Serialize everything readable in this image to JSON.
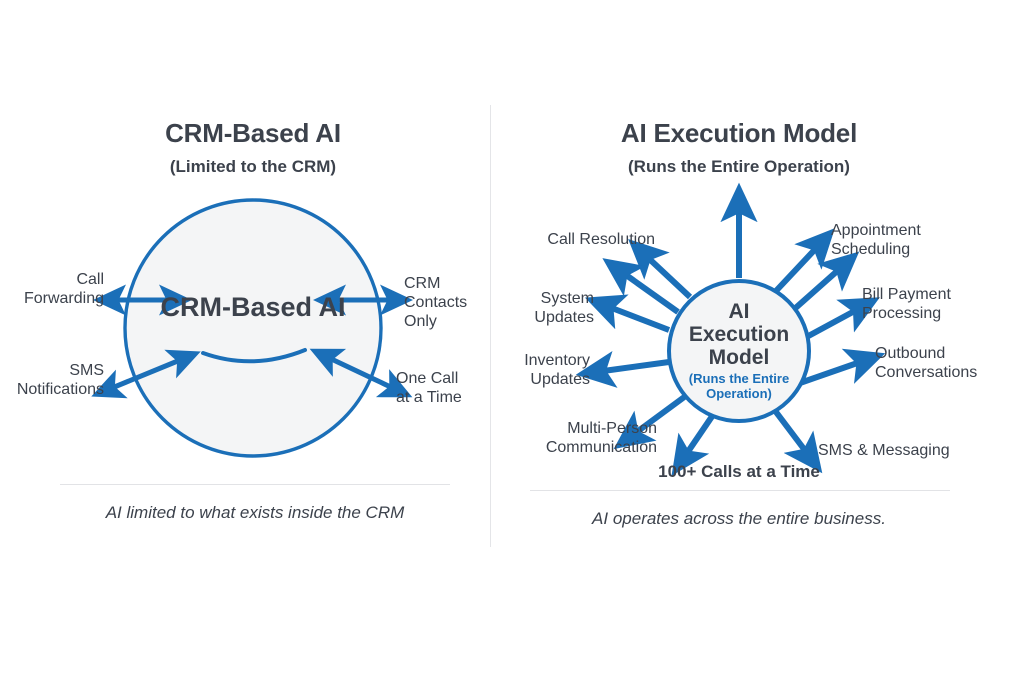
{
  "theme": {
    "accent_blue": "#1b6fb8",
    "text_dark": "#3c424c",
    "bubble_fill": "#f4f5f6",
    "rule_gray": "#e2e3e6",
    "background": "#ffffff"
  },
  "left_panel": {
    "title": "CRM-Based AI",
    "subtitle": "(Limited to the CRM)",
    "core_label": "CRM-Based AI",
    "caption": "AI limited to what exists inside the CRM",
    "nodes": [
      {
        "id": "call-forwarding",
        "label": "Call\nForwarding",
        "align": "right",
        "arrow": "bidirectional"
      },
      {
        "id": "sms-notifications",
        "label": "SMS\nNotifications",
        "align": "right",
        "arrow": "bidirectional"
      },
      {
        "id": "crm-contacts-only",
        "label": "CRM\nContacts\nOnly",
        "align": "left",
        "arrow": "bidirectional"
      },
      {
        "id": "one-call-at-a-time",
        "label": "One Call\nat a Time",
        "align": "left",
        "arrow": "bidirectional"
      }
    ]
  },
  "right_panel": {
    "title": "AI Execution Model",
    "subtitle": "(Runs the Entire Operation)",
    "core_label_main": "AI\nExecution\nModel",
    "core_label_sub": "(Runs the Entire\nOperation)",
    "caption": "AI operates across the entire business.",
    "nodes": [
      {
        "id": "call-resolution",
        "label": "Call Resolution",
        "align": "right",
        "emphasis": false
      },
      {
        "id": "system-updates",
        "label": "System\nUpdates",
        "align": "right",
        "emphasis": false
      },
      {
        "id": "inventory-updates",
        "label": "Inventory\nUpdates",
        "align": "right",
        "emphasis": false
      },
      {
        "id": "multi-person-communication",
        "label": "Multi-Person\nCommunication",
        "align": "right",
        "emphasis": false
      },
      {
        "id": "calls-at-a-time",
        "label": "100+ Calls at a Time",
        "align": "center",
        "emphasis": true
      },
      {
        "id": "sms-messaging",
        "label": "SMS & Messaging",
        "align": "left",
        "emphasis": false
      },
      {
        "id": "outbound-conversations",
        "label": "Outbound\nConversations",
        "align": "left",
        "emphasis": false
      },
      {
        "id": "bill-payment-processing",
        "label": "Bill Payment\nProcessing",
        "align": "left",
        "emphasis": false
      },
      {
        "id": "appointment-scheduling",
        "label": "Appointment\nScheduling",
        "align": "left",
        "emphasis": false
      }
    ]
  }
}
